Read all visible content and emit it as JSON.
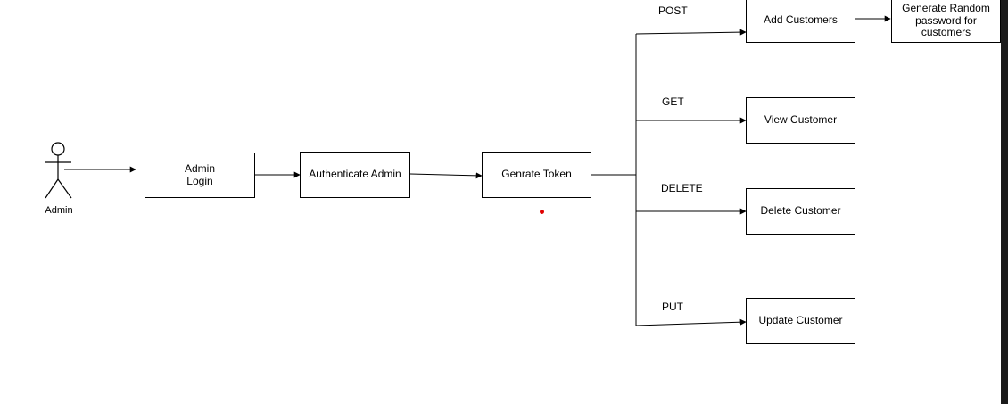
{
  "actor": {
    "label": "Admin"
  },
  "nodes": {
    "admin_login": "Admin\nLogin",
    "authenticate_admin": "Authenticate Admin",
    "generate_token": "Genrate Token",
    "add_customers": "Add Customers",
    "generate_password": "Generate Random\npassword for\ncustomers",
    "view_customer": "View Customer",
    "delete_customer": "Delete Customer",
    "update_customer": "Update Customer"
  },
  "edge_labels": {
    "post": "POST",
    "get": "GET",
    "delete": "DELETE",
    "put": "PUT"
  },
  "colors": {
    "stroke": "#000000",
    "background": "#ffffff",
    "marker": "#e00000",
    "scrollbar": "#1a1a1a"
  }
}
